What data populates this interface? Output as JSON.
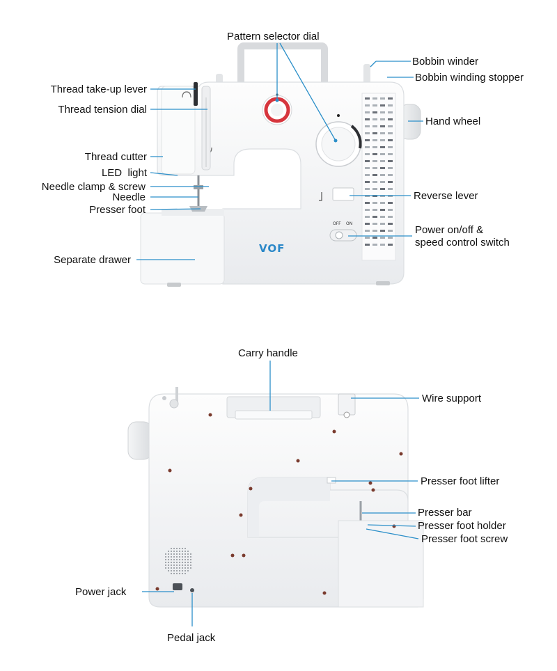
{
  "front_view": {
    "brand": "VOF",
    "switch_off": "OFF",
    "switch_on": "ON",
    "labels": {
      "pattern_selector_dial": "Pattern selector dial",
      "bobbin_winder": "Bobbin winder",
      "bobbin_winding_stopper": "Bobbin winding stopper",
      "thread_take_up_lever": "Thread take-up lever",
      "thread_tension_dial": "Thread tension dial",
      "hand_wheel": "Hand wheel",
      "thread_cutter": "Thread cutter",
      "led_light": "LED  light",
      "needle_clamp_screw": "Needle clamp & screw",
      "needle": "Needle",
      "presser_foot": "Presser foot",
      "reverse_lever": "Reverse lever",
      "power_switch_line1": "Power on/off &",
      "power_switch_line2": "speed control switch",
      "separate_drawer": "Separate drawer"
    }
  },
  "back_view": {
    "labels": {
      "carry_handle": "Carry handle",
      "wire_support": "Wire support",
      "presser_foot_lifter": "Presser foot lifter",
      "presser_bar": "Presser bar",
      "presser_foot_holder": "Presser foot holder",
      "presser_foot_screw": "Presser foot screw",
      "power_jack": "Power jack",
      "pedal_jack": "Pedal jack"
    }
  },
  "colors": {
    "leader": "#2b8fc9",
    "machine_body": "#f6f7f8",
    "dial_red": "#d6353d",
    "brand_blue": "#2b88c8"
  }
}
